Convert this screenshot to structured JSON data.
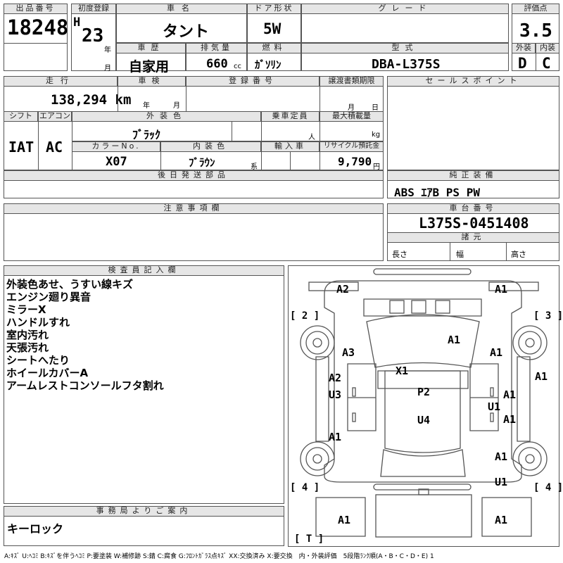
{
  "header": {
    "lot_label": "出品番号",
    "lot": "18248",
    "first_reg_label": "初度登録",
    "era": "H",
    "year": "23",
    "nen": "年",
    "tsuki": "月",
    "car_name_label": "車名",
    "car_name": "タント",
    "door_label": "ドア形状",
    "door": "5W",
    "grade_label": "グレード",
    "grade": "",
    "score_label": "評価点",
    "score": "3.5",
    "history_label": "車歴",
    "history": "自家用",
    "displacement_label": "排気量",
    "displacement": "660",
    "cc": "cc",
    "fuel_label": "燃料",
    "fuel": "ｶﾞｿﾘﾝ",
    "model_label": "型式",
    "model": "DBA-L375S",
    "ext_label": "外装",
    "ext": "D",
    "int_label": "内装",
    "int": "C"
  },
  "specs": {
    "mileage_label": "走行",
    "mileage": "138,294 km",
    "inspection_label": "車検",
    "nen": "年",
    "tsuki": "月",
    "reg_label": "登録番号",
    "transfer_label": "譲渡書類期限",
    "hi": "日",
    "shift_label": "シフト",
    "shift": "IAT",
    "ac_label": "エアコン",
    "ac": "AC",
    "color_label": "外装色",
    "color": "ﾌﾞﾗｯｸ",
    "capacity_label": "乗車定員",
    "capacity_unit": "人",
    "load_label": "最大積載量",
    "load_unit": "kg",
    "color_no_label": "カラーNo.",
    "color_no": "X07",
    "interior_label": "内装色",
    "interior": "ﾌﾞﾗｳﾝ",
    "kei": "系",
    "import_label": "輸入車",
    "recycle_label": "リサイクル預託金",
    "recycle": "9,790",
    "yen": "円",
    "later_label": "後日発送部品",
    "selling_label": "セールスポイント",
    "equip_label": "純正装備",
    "equip": "ABS ｴｱB PS PW",
    "caution_label": "注意事項欄",
    "chassis_label": "車台番号",
    "chassis": "L375S-0451408",
    "dims_label": "諸元",
    "length": "長さ",
    "width": "幅",
    "height": "高さ"
  },
  "inspector": {
    "label": "検査員記入欄",
    "notes": [
      "外装色あせ、うすい線キズ",
      "エンジン廻り異音",
      "ミラーX",
      "ハンドルすれ",
      "室内汚れ",
      "天張汚れ",
      "シートへたり",
      "ホイールカバーA",
      "アームレストコンソールフタ割れ"
    ]
  },
  "office": {
    "label": "事務局よりご案内",
    "note": "キーロック"
  },
  "legend": "A:ｷｽﾞ U:ﾍｺﾐ B:ｷｽﾞを伴うﾍｺﾐ P:要塗装 W:補修跡 S:錆 C:腐食 G:ﾌﾛﾝﾄｶﾞﾗｽ点ｷｽﾞ XX:交換済み X:要交換　内・外装評価　5段階ﾗﾝｸ順(A・B・C・D・E) 1",
  "diagram": {
    "corners": [
      "[ 2 ]",
      "[ 3 ]",
      "[ 4 ]",
      "[ 4 ]",
      "[ T ]"
    ],
    "damages": [
      "A2",
      "A1",
      "A1",
      "A3",
      "A1",
      "A1",
      "X1",
      "A2",
      "U3",
      "P2",
      "A1",
      "U1",
      "A1",
      "U4",
      "A1",
      "A1",
      "U1",
      "A1",
      "A1"
    ]
  }
}
